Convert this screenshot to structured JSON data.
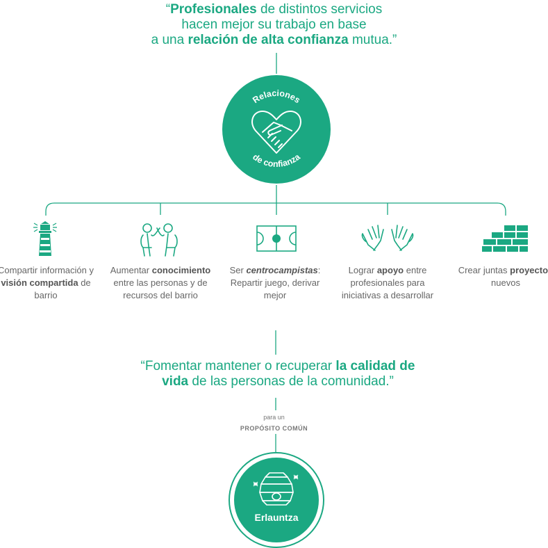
{
  "top_quote": {
    "open": "“",
    "bold1": "Profesionales",
    "text1": " de distintos servicios",
    "line2": "hacen mejor su trabajo en base",
    "text3": "a una ",
    "bold3": "relación de alta confianza",
    "end3": " mutua.”"
  },
  "center_circle": {
    "top_label": "Relaciones",
    "bottom_label": "de confianza",
    "icon": "handshake-heart-icon"
  },
  "items": [
    {
      "icon": "lighthouse-icon",
      "pre": "Compartir información y ",
      "bold": "visión compartida",
      "post": " de barrio"
    },
    {
      "icon": "two-people-icon",
      "pre": "Aumentar ",
      "bold": "conocimiento",
      "post": " entre las personas y de recursos del barrio"
    },
    {
      "icon": "soccer-field-icon",
      "pre": "Ser ",
      "bold": "centrocampistas",
      "post": ": Repartir juego, derivar mejor"
    },
    {
      "icon": "raised-hands-icon",
      "pre": "Lograr ",
      "bold": "apoyo",
      "post": " entre profesionales para iniciativas a desarrollar"
    },
    {
      "icon": "brick-wall-icon",
      "pre": "Crear juntas ",
      "bold": "proyectos",
      "post": " nuevos"
    }
  ],
  "bottom_quote": {
    "text1": "“Fomentar mantener o recuperar ",
    "bold1": "la calidad de",
    "bold2": "vida",
    "text2": " de las personas de la comunidad.”"
  },
  "purpose": {
    "line1": "para un",
    "line2": "PROPÓSITO COMÚN"
  },
  "bottom_circle": {
    "label": "Erlauntza",
    "icon": "beehive-icon"
  },
  "colors": {
    "accent": "#1ba882",
    "text": "#666666"
  }
}
